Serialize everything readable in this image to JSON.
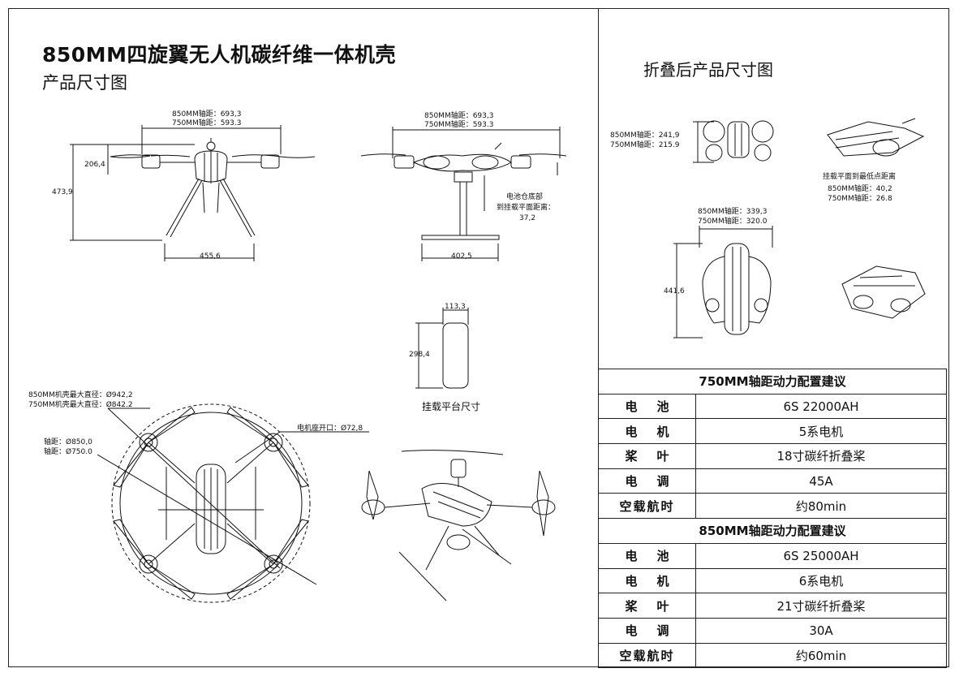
{
  "title": "850MM四旋翼无人机碳纤维一体机壳",
  "subtitle": "产品尺寸图",
  "folded_title": "折叠后产品尺寸图",
  "front_view": {
    "wheelbase_850": "850MM轴距：693,3",
    "wheelbase_750": "750MM轴距：593.3",
    "height_top": "206,4",
    "height_total": "473,9",
    "leg_span": "455,6"
  },
  "side_view": {
    "wheelbase_850": "850MM轴距：693,3",
    "wheelbase_750": "750MM轴距：593.3",
    "battery_note_1": "电池仓底部",
    "battery_note_2": "到挂载平面距离：",
    "battery_note_value": "37,2",
    "leg_span": "402,5"
  },
  "platform": {
    "width": "113,3",
    "height": "298,4",
    "caption": "挂载平台尺寸"
  },
  "top_view": {
    "shell_850": "850MM机壳最大直径：Ø942,2",
    "shell_750": "750MM机壳最大直径：Ø842.2",
    "axis_label_850": "轴距：Ø850,0",
    "axis_label_750": "轴距：Ø750.0",
    "motor_mount": "电机座开口：Ø72,8"
  },
  "folded": {
    "top_850": "850MM轴距：241,9",
    "top_750": "750MM轴距：215.9",
    "clearance_title": "挂载平面到最低点距离",
    "clearance_850": "850MM轴距：40,2",
    "clearance_750": "750MM轴距：26.8",
    "width_850": "850MM轴距：339,3",
    "width_750": "750MM轴距：320.0",
    "height": "441,6"
  },
  "spec_750": {
    "header": "750MM轴距动力配置建议",
    "rows": [
      {
        "k": "电池",
        "v": "6S 22000AH"
      },
      {
        "k": "电机",
        "v": "5系电机"
      },
      {
        "k": "桨叶",
        "v": "18寸碳纤折叠桨"
      },
      {
        "k": "电调",
        "v": "45A"
      },
      {
        "k": "空载航时",
        "v": "约80min"
      }
    ]
  },
  "spec_850": {
    "header": "850MM轴距动力配置建议",
    "rows": [
      {
        "k": "电池",
        "v": "6S 25000AH"
      },
      {
        "k": "电机",
        "v": "6系电机"
      },
      {
        "k": "桨叶",
        "v": "21寸碳纤折叠桨"
      },
      {
        "k": "电调",
        "v": "30A"
      },
      {
        "k": "空载航时",
        "v": "约60min"
      }
    ]
  }
}
